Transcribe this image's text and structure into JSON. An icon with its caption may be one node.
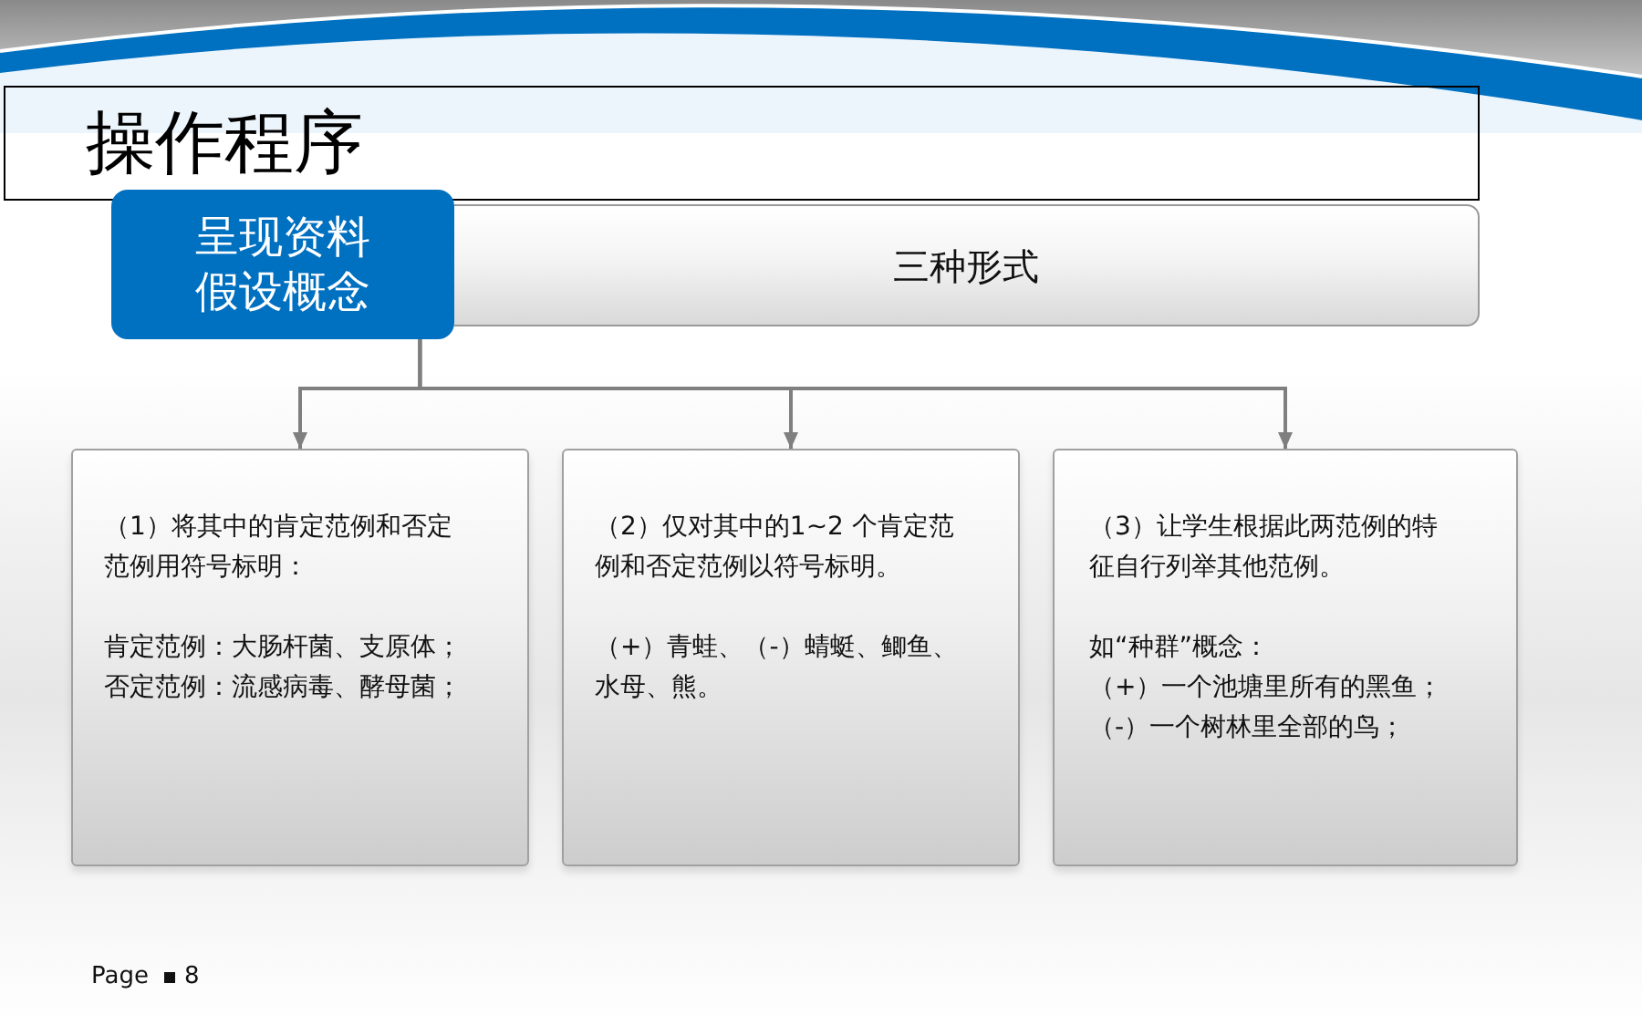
{
  "diagram": {
    "title": "操作程序",
    "nodes": [
      {
        "text": [
          "呈现资料假设概念"
        ]
      },
      {
        "text": [
          "三种形式"
        ]
      },
      {
        "text": [
          "（1）将其中的肯定范例和否定范例用符号标明：",
          "肯定范例：大肠杆菌、支原体；",
          "否定范例：流感病毒、酵母菌；"
        ]
      },
      {
        "text": [
          "（2）仅对其中的1~2 个肯定范例和否定范例以符号标明。",
          "（+）青蛙、（-）蜻蜓、鲫鱼、水母、熊。"
        ]
      },
      {
        "text": [
          "（3）让学生根据此两范例的特征自行列举其他范例。",
          "如“种群”概念：",
          "（+）一个池塘里所有的黑鱼；",
          "（-）一个树林里全部的鸟；"
        ]
      }
    ],
    "edges": [
      {
        "from": 0,
        "to": 2,
        "arrow": "to"
      },
      {
        "from": 0,
        "to": 3,
        "arrow": "to"
      },
      {
        "from": 0,
        "to": 4,
        "arrow": "to"
      }
    ],
    "labels": [
      "Page",
      "8"
    ]
  }
}
